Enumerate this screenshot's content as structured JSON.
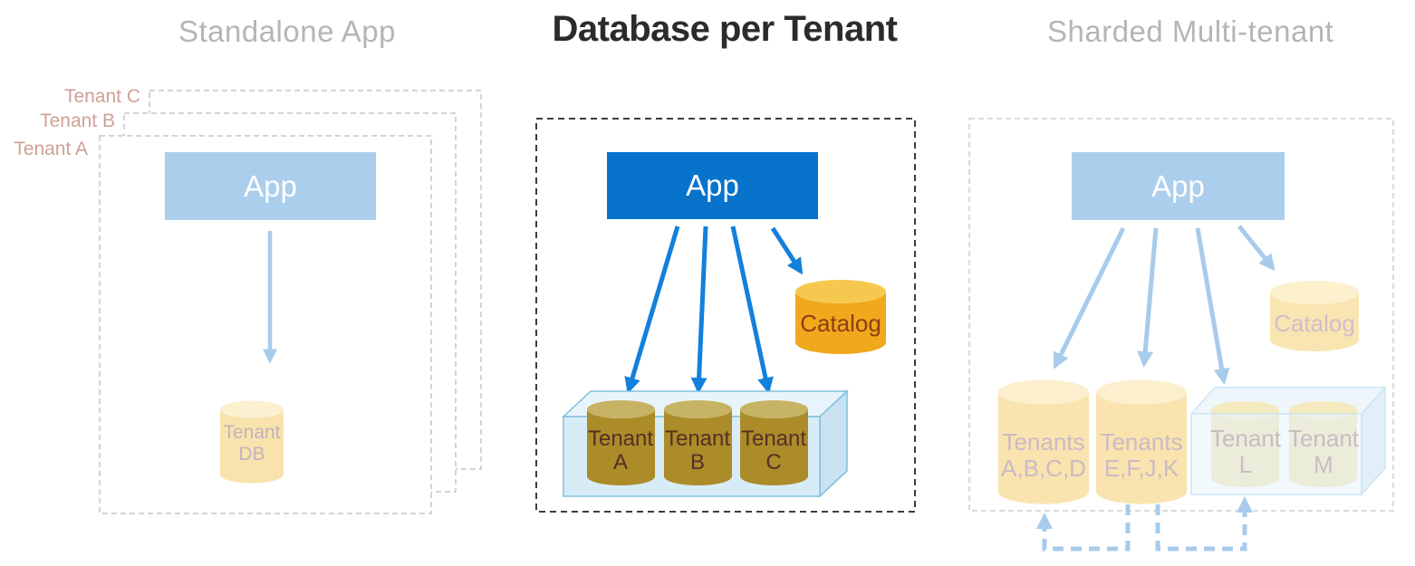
{
  "standalone": {
    "title": "Standalone App",
    "frame_labels": [
      "Tenant C",
      "Tenant B",
      "Tenant A"
    ],
    "app": "App",
    "db": {
      "line1": "Tenant",
      "line2": "DB"
    }
  },
  "per_tenant": {
    "title": "Database per Tenant",
    "app": "App",
    "catalog": "Catalog",
    "dbs": [
      {
        "line1": "Tenant",
        "line2": "A"
      },
      {
        "line1": "Tenant",
        "line2": "B"
      },
      {
        "line1": "Tenant",
        "line2": "C"
      }
    ]
  },
  "sharded": {
    "title": "Sharded Multi-tenant",
    "app": "App",
    "catalog": "Catalog",
    "shards": [
      {
        "line1": "Tenants",
        "line2": "A,B,C,D"
      },
      {
        "line1": "Tenants",
        "line2": "E,F,J,K"
      }
    ],
    "pool_dbs": [
      {
        "line1": "Tenant",
        "line2": "L"
      },
      {
        "line1": "Tenant",
        "line2": "M"
      }
    ]
  },
  "colors": {
    "title_gray": "#b5b5b5",
    "title_black": "#2b2b2b",
    "tenant_frame_label": "#cfa095",
    "app_blue_active": "#0873cb",
    "app_blue_faded": "#abceec",
    "arrow_blue_active": "#1280dc",
    "arrow_blue_faded": "#a8cbec",
    "gold_cylinder_body": "#ac8b29",
    "gold_cylinder_top": "#c7b364",
    "catalog_body": "#f0a81d",
    "catalog_top": "#f5c94f",
    "faded_cylinder_body": "#f9e4b0",
    "faded_cylinder_top": "#fcefcd",
    "pool_front": "#d8ecf8",
    "pool_stroke": "#7fc0dd",
    "frame_dash_dark": "#3d3d3d",
    "frame_dash_light": "#c5c5c5"
  }
}
